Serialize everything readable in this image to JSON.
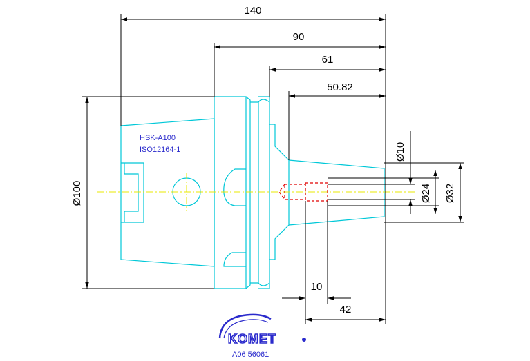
{
  "dimensions": {
    "overall_length": "140",
    "flange_to_end": "90",
    "body_to_end": "61",
    "taper_length": "50.82",
    "dia_body": "Ø100",
    "dia_10": "Ø10",
    "dia_24": "Ø24",
    "dia_32": "Ø32",
    "bore_depth": "10",
    "bore_length": "42"
  },
  "spec": {
    "interface": "HSK-A100",
    "standard": "ISO12164-1"
  },
  "logo": {
    "text": "KOMET"
  },
  "part_number": "A06 56061",
  "colors": {
    "outline": "#00c8d8",
    "dimension": "#000000",
    "centerline": "#e8e800",
    "hidden": "#e00000",
    "brand": "#2a2acc"
  }
}
